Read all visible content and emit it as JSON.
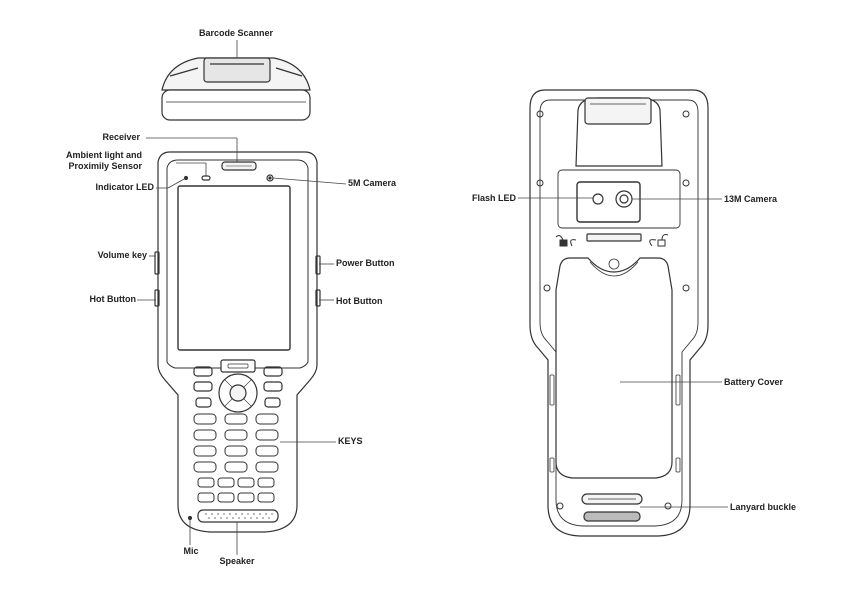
{
  "labels": {
    "barcode_scanner": "Barcode Scanner",
    "receiver": "Receiver",
    "ambient_line1": "Ambient light and",
    "ambient_line2": "Proximily Sensor",
    "indicator_led": "Indicator LED",
    "camera_5m": "5M Camera",
    "volume_key": "Volume key",
    "power_button": "Power Button",
    "hot_button_left": "Hot Button",
    "hot_button_right": "Hot Button",
    "keys": "KEYS",
    "mic": "Mic",
    "speaker": "Speaker",
    "flash_led": "Flash LED",
    "camera_13m": "13M  Camera",
    "battery_cover": "Battery Cover",
    "lanyard_buckle": "Lanyard buckle"
  },
  "colors": {
    "outline": "#333333",
    "leader": "#444444",
    "fill_light": "#f4f4f4",
    "fill_dark": "#bbbbbb"
  }
}
